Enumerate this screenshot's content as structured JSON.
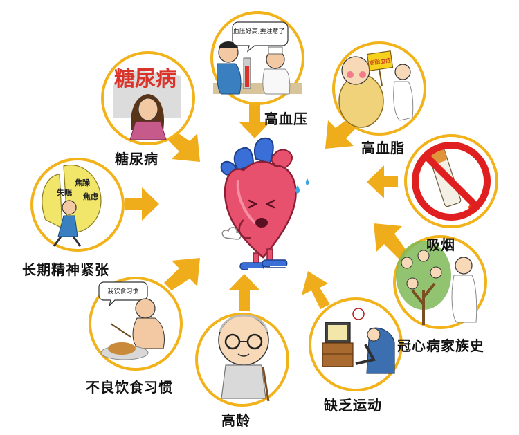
{
  "center": {
    "icon": "sick-heart-icon"
  },
  "factors": [
    {
      "id": "high-blood-pressure",
      "label": "高血压",
      "bubble": "血压好高,要注意了!",
      "icon": "doctor-patient-icon"
    },
    {
      "id": "high-blood-fat",
      "label": "高血脂",
      "sign": "高脂血症",
      "icon": "overweight-man-icon"
    },
    {
      "id": "smoking",
      "label": "吸烟",
      "icon": "no-smoking-icon"
    },
    {
      "id": "family-history",
      "label": "冠心病家族史",
      "icon": "family-tree-icon"
    },
    {
      "id": "lack-of-exercise",
      "label": "缺乏运动",
      "icon": "tv-couch-icon"
    },
    {
      "id": "old-age",
      "label": "高龄",
      "icon": "elderly-man-icon"
    },
    {
      "id": "bad-diet",
      "label": "不良饮食习惯",
      "bubble": "我饮食习惯",
      "icon": "eating-man-icon"
    },
    {
      "id": "stress",
      "label": "长期精神紧张",
      "tags": [
        "焦躁",
        "失眠",
        "焦虑"
      ],
      "icon": "stressed-man-icon"
    },
    {
      "id": "diabetes",
      "label": "糖尿病",
      "banner": "糖尿病",
      "icon": "worried-woman-icon"
    }
  ],
  "colors": {
    "arrow": "#f0ad1b",
    "ring": "#f2b21a",
    "heart": "#e8516e",
    "vessel": "#3b6fd8"
  }
}
